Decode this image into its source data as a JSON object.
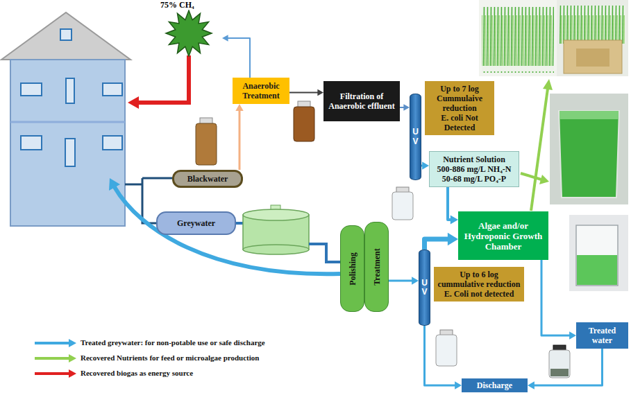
{
  "diagram": {
    "nodes": [
      {
        "text": [
          "75% CH₄"
        ]
      },
      {
        "text": [
          "Anaerobic Treatment"
        ]
      },
      {
        "text": [
          "Filtration of Anaerobic effluent"
        ]
      },
      {
        "text": [
          "Up to 7 log Cummulaive reduction",
          "E. coli Not Detected"
        ]
      },
      {
        "text": [
          "UV"
        ]
      },
      {
        "text": [
          "Nutrient Solution",
          "500-886 mg/L NH₄-N 50-68 mg/L PO₄-P"
        ]
      },
      {
        "text": [
          "Blackwater"
        ]
      },
      {
        "text": [
          "Greywater"
        ]
      },
      {
        "text": [
          "Polishing"
        ]
      },
      {
        "text": [
          "Treatment"
        ]
      },
      {
        "text": [
          "UV"
        ]
      },
      {
        "text": [
          "Algae and/or Hydroponic Growth Chamber"
        ]
      },
      {
        "text": [
          "Up to 6 log cummulative reduction",
          "E. Coli not detected"
        ]
      },
      {
        "text": [
          "Treated water"
        ]
      },
      {
        "text": [
          "Discharge"
        ]
      }
    ],
    "edges": [
      {
        "from": 1,
        "to": 0,
        "arrow": "to"
      },
      {
        "from": 6,
        "to": 1,
        "arrow": "to"
      },
      {
        "from": 1,
        "to": 2,
        "arrow": "to"
      },
      {
        "from": 2,
        "to": 4,
        "arrow": "to"
      },
      {
        "from": 4,
        "to": 5,
        "arrow": "to"
      },
      {
        "from": 5,
        "to": 11,
        "arrow": "to"
      },
      {
        "from": 9,
        "to": 10,
        "arrow": "to"
      },
      {
        "from": 10,
        "to": 11,
        "arrow": "to"
      },
      {
        "from": 10,
        "to": 14,
        "arrow": "to"
      },
      {
        "from": 11,
        "to": 13,
        "arrow": "to"
      },
      {
        "from": 13,
        "to": 14,
        "arrow": "to"
      }
    ],
    "legend": [
      {
        "text": "Treated greywater: for non-potable use or safe discharge"
      },
      {
        "text": "Recovered Nutrients for feed or microalgae production"
      },
      {
        "text": "Recovered biogas as energy source"
      }
    ]
  }
}
